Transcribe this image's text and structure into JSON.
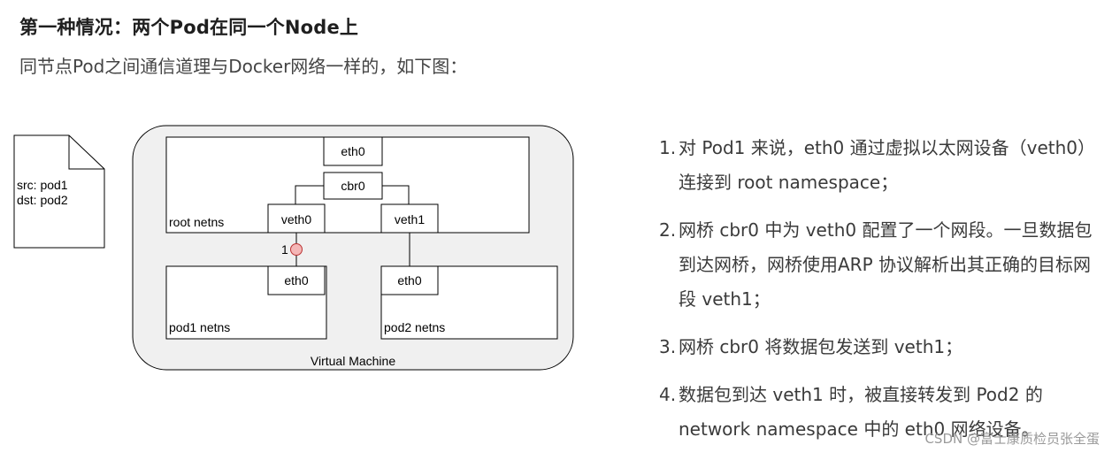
{
  "heading": "第一种情况：两个Pod在同一个Node上",
  "intro": "同节点Pod之间通信道理与Docker网络一样的，如下图：",
  "diagram": {
    "packet": {
      "src": "src: pod1",
      "dst": "dst: pod2"
    },
    "vm_label": "Virtual Machine",
    "root_netns": "root netns",
    "eth0": "eth0",
    "cbr0": "cbr0",
    "veth0": "veth0",
    "veth1": "veth1",
    "step_marker": "1",
    "pod1": {
      "label": "pod1 netns",
      "eth": "eth0"
    },
    "pod2": {
      "label": "pod2 netns",
      "eth": "eth0"
    },
    "marker_color": "#f4b6b6"
  },
  "steps": [
    {
      "num": "1.",
      "text": "对 Pod1 来说，eth0 通过虚拟以太网设备（veth0）连接到 root namespace；"
    },
    {
      "num": "2.",
      "text": "网桥 cbr0 中为 veth0 配置了一个网段。一旦数据包到达网桥，网桥使用ARP 协议解析出其正确的目标网段 veth1；"
    },
    {
      "num": "3.",
      "text": "网桥 cbr0 将数据包发送到 veth1；"
    },
    {
      "num": "4.",
      "text": "数据包到达 veth1 时，被直接转发到 Pod2 的 network namespace 中的 eth0 网络设备。"
    }
  ],
  "watermark": "CSDN @富士康质检员张全蛋"
}
